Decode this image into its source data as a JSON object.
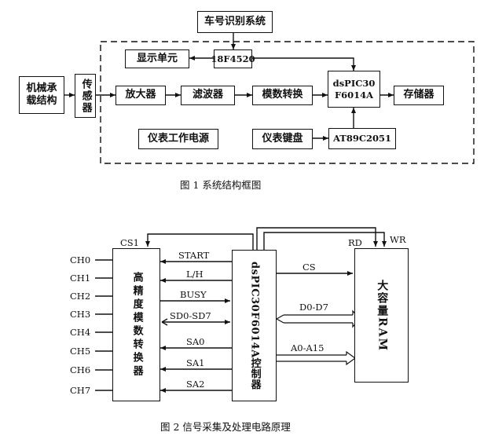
{
  "fig1": {
    "caption": "图 1   系统结构框图",
    "blocks": {
      "plate": "车号识别系统",
      "display": "显示单元",
      "pic": "18F4520",
      "mech": "机械承载结构",
      "sensor": "传感器",
      "amp": "放大器",
      "filter": "滤波器",
      "adc": "模数转换",
      "dsp": "dsPIC30 F6014A",
      "storage": "存储器",
      "power": "仪表工作电源",
      "keyboard": "仪表键盘",
      "at89": "AT89C2051"
    }
  },
  "fig2": {
    "caption": "图 2   信号采集及处理电路原理",
    "adc_block": "高精度模数转换器",
    "controller": "dsPIC30F6014A控制器",
    "ram": "大容量RAM",
    "channels": [
      "CH0",
      "CH1",
      "CH2",
      "CH3",
      "CH4",
      "CH5",
      "CH6",
      "CH7"
    ],
    "signals": {
      "cs1": "CS1",
      "start": "START",
      "lh": "L/H",
      "busy": "BUSY",
      "sd": "SD0-SD7",
      "sa0": "SA0",
      "sa1": "SA1",
      "sa2": "SA2",
      "cs": "CS",
      "data": "D0-D7",
      "addr": "A0-A15",
      "rd": "RD",
      "wr": "WR"
    }
  }
}
